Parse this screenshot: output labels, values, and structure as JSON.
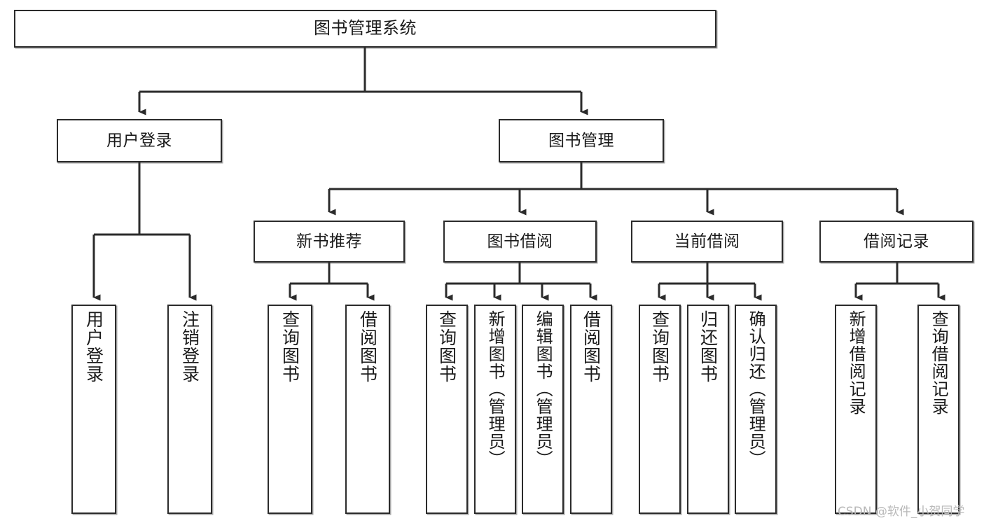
{
  "diagram": {
    "type": "tree-hierarchy-chart",
    "title": "图书管理系统",
    "background_color": "#ffffff",
    "line_color": "#2b2b2b",
    "box_fill": "#ffffff",
    "text_color": "#1a1a1a"
  },
  "nodes": {
    "root": {
      "label": "图书管理系统",
      "level": 1
    },
    "level2": [
      {
        "id": "user-login",
        "label": "用户登录",
        "level": 2
      },
      {
        "id": "book-manage",
        "label": "图书管理",
        "level": 2
      }
    ],
    "level3": [
      {
        "id": "new-book-recommend",
        "label": "新书推荐",
        "level": 3
      },
      {
        "id": "book-borrow",
        "label": "图书借阅",
        "level": 3
      },
      {
        "id": "current-borrow",
        "label": "当前借阅",
        "level": 3
      },
      {
        "id": "borrow-record",
        "label": "借阅记录",
        "level": 3
      }
    ],
    "leaves": [
      {
        "id": "leaf-user-login",
        "label": "用户登录",
        "parent": "user-login"
      },
      {
        "id": "leaf-logout-login",
        "label": "注销登录",
        "parent": "user-login"
      },
      {
        "id": "leaf-query-book-1",
        "label": "查询图书",
        "parent": "new-book-recommend"
      },
      {
        "id": "leaf-borrow-book-1",
        "label": "借阅图书",
        "parent": "new-book-recommend"
      },
      {
        "id": "leaf-query-book-2",
        "label": "查询图书",
        "parent": "book-borrow"
      },
      {
        "id": "leaf-add-book",
        "label": "新增图书（管理员）",
        "parent": "book-borrow"
      },
      {
        "id": "leaf-edit-book",
        "label": "编辑图书（管理员）",
        "parent": "book-borrow"
      },
      {
        "id": "leaf-borrow-book-2",
        "label": "借阅图书",
        "parent": "book-borrow"
      },
      {
        "id": "leaf-query-book-3",
        "label": "查询图书",
        "parent": "current-borrow"
      },
      {
        "id": "leaf-return-book",
        "label": "归还图书",
        "parent": "current-borrow"
      },
      {
        "id": "leaf-confirm-return",
        "label": "确认归还（管理员）",
        "parent": "current-borrow"
      },
      {
        "id": "leaf-add-record",
        "label": "新增借阅记录",
        "parent": "borrow-record"
      },
      {
        "id": "leaf-query-record",
        "label": "查询借阅记录",
        "parent": "borrow-record"
      }
    ]
  },
  "watermark": {
    "text": "CSDN @软件_小贺同学",
    "color": "#b9b9b9"
  }
}
